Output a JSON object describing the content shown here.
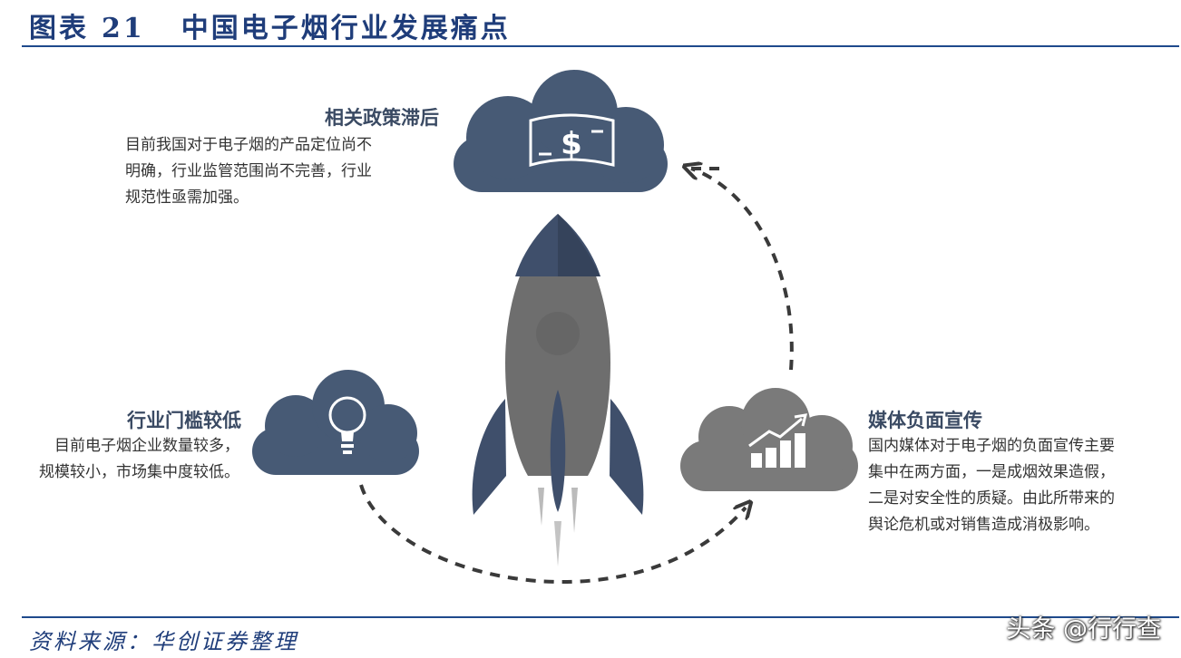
{
  "figure": {
    "title_label": "图表",
    "title_number": "21",
    "title_text": "中国电子烟行业发展痛点"
  },
  "nodes": {
    "policy": {
      "heading": "相关政策滞后",
      "lines": [
        "目前我国对于电子烟的产品定位尚不",
        "明确，行业监管范围尚不完善，行业",
        "规范性亟需加强。"
      ],
      "icon": "money-bill-icon"
    },
    "entry": {
      "heading": "行业门槛较低",
      "lines": [
        "目前电子烟企业数量较多，",
        "规模较小，市场集中度较低。"
      ],
      "icon": "lightbulb-icon"
    },
    "media": {
      "heading": "媒体负面宣传",
      "lines": [
        "国内媒体对于电子烟的负面宣传主要",
        "集中在两方面，一是成烟效果造假，",
        "二是对安全性的质疑。由此所带来的",
        "舆论危机或对销售造成消极影响。"
      ],
      "icon": "growth-chart-icon"
    },
    "center_icon": "rocket-icon"
  },
  "source": "资料来源：华创证券整理",
  "watermark": "头条 @行行查",
  "colors": {
    "title_blue": "#1f3d7a",
    "cloud_navy": "#475a75",
    "cloud_gray": "#7a7a7a",
    "rocket_body": "#707070",
    "rocket_navy": "#3f4f6b"
  }
}
